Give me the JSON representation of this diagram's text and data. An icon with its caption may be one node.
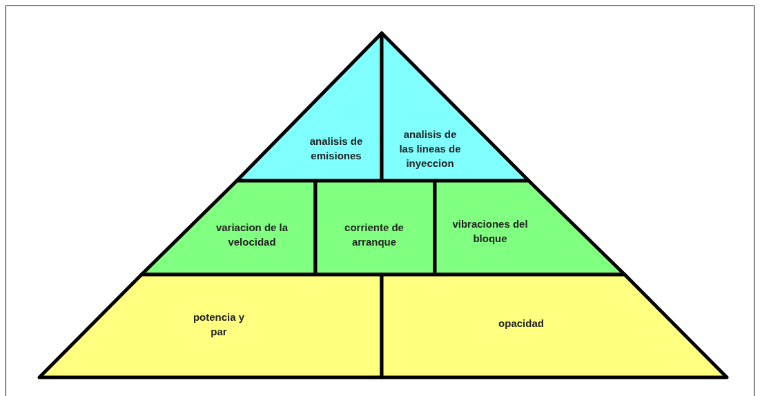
{
  "diagram": {
    "nodes": [
      {
        "text": [
          "analisis de emisiones"
        ]
      },
      {
        "text": [
          "analisis de las lineas de inyeccion"
        ]
      },
      {
        "text": [
          "variacion de la velocidad"
        ]
      },
      {
        "text": [
          "corriente de arranque"
        ]
      },
      {
        "text": [
          "vibraciones del bloque"
        ]
      },
      {
        "text": [
          "potencia y par"
        ]
      },
      {
        "text": [
          "opacidad"
        ]
      }
    ]
  }
}
